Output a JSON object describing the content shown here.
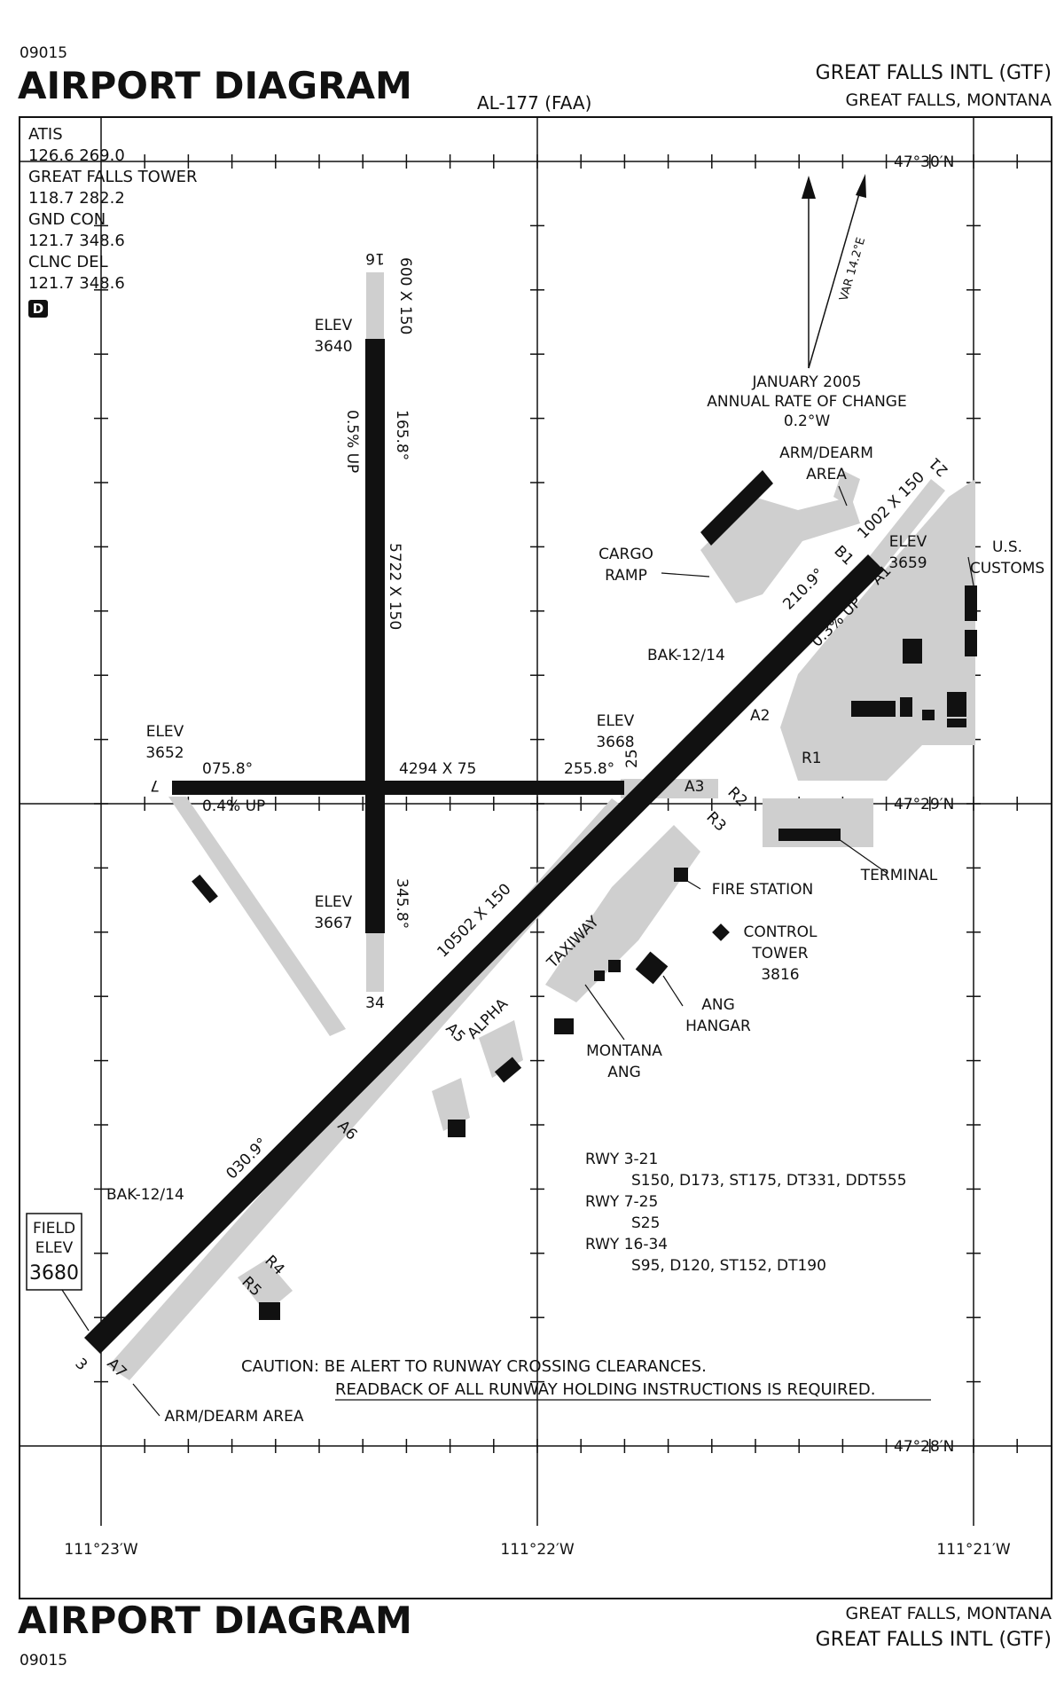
{
  "header": {
    "chart_number_top": "09015",
    "title_top": "AIRPORT DIAGRAM",
    "procedure_id": "AL-177 (FAA)",
    "airport_name_top": "GREAT FALLS INTL (GTF)",
    "airport_city_top": "GREAT FALLS, MONTANA"
  },
  "footer": {
    "title_bottom": "AIRPORT DIAGRAM",
    "chart_number_bottom": "09015",
    "airport_city_bottom": "GREAT FALLS, MONTANA",
    "airport_name_bottom": "GREAT FALLS INTL (GTF)"
  },
  "frequencies": {
    "atis_label": "ATIS",
    "atis_freq": "126.6  269.0",
    "tower_label": "GREAT FALLS TOWER",
    "tower_freq": "118.7  282.2",
    "gnd_label": "GND CON",
    "gnd_freq": "121.7  348.6",
    "clnc_label": "CLNC DEL",
    "clnc_freq": "121.7  348.6",
    "airspace_class": "D"
  },
  "coordinates": {
    "lat_top": "47°30′N",
    "lat_mid": "47°29′N",
    "lat_bottom": "47°28′N",
    "lon_left": "111°23′W",
    "lon_mid": "111°22′W",
    "lon_right": "111°21′W"
  },
  "magnetic": {
    "variation": "VAR 14.2°E",
    "date": "JANUARY 2005",
    "rate_label": "ANNUAL RATE OF CHANGE",
    "rate": "0.2°W"
  },
  "runways": {
    "rwy16": "16",
    "rwy34": "34",
    "rwy7": "7",
    "rwy25": "25",
    "rwy3": "3",
    "rwy21": "21",
    "dims_16_34": "5722 X 150",
    "dims_16_disp": "600 X 150",
    "dims_7_25": "4294 X 75",
    "dims_3_21": "10502 X 150",
    "dims_21_disp": "1002 X 150",
    "hdg_165": "165.8°",
    "hdg_345": "345.8°",
    "hdg_075": "075.8°",
    "hdg_255": "255.8°",
    "hdg_030": "030.9°",
    "hdg_210": "210.9°",
    "slope_16": "0.5% UP",
    "slope_7": "0.4% UP",
    "slope_21": "0.3% UP",
    "bak_label": "BAK-12/14"
  },
  "elevations": {
    "elev_label": "ELEV",
    "elev_16": "3640",
    "elev_7": "3652",
    "elev_34": "3667",
    "elev_25": "3668",
    "elev_21": "3659",
    "field_label_1": "FIELD",
    "field_label_2": "ELEV",
    "field_elev": "3680"
  },
  "taxiways": [
    "A1",
    "A2",
    "A3",
    "A5",
    "A6",
    "A7",
    "B1",
    "R1",
    "R2",
    "R3",
    "R4",
    "R5"
  ],
  "taxiway_alpha": "ALPHA",
  "taxiway_word": "TAXIWAY",
  "facilities": {
    "armdearm_top_1": "ARM/DEARM",
    "armdearm_top_2": "AREA",
    "cargo_1": "CARGO",
    "cargo_2": "RAMP",
    "customs_1": "U.S.",
    "customs_2": "CUSTOMS",
    "terminal": "TERMINAL",
    "fire_station": "FIRE STATION",
    "tower_1": "CONTROL",
    "tower_2": "TOWER",
    "tower_elev": "3816",
    "ang_1": "ANG",
    "ang_2": "HANGAR",
    "montana_1": "MONTANA",
    "montana_2": "ANG",
    "armdearm_bottom": "ARM/DEARM AREA"
  },
  "strength": {
    "rwy_3_21": "RWY 3-21",
    "rwy_3_21_vals": "S150, D173, ST175, DT331, DDT555",
    "rwy_7_25": "RWY 7-25",
    "rwy_7_25_vals": "S25",
    "rwy_16_34": "RWY 16-34",
    "rwy_16_34_vals": "S95, D120, ST152, DT190"
  },
  "caution": {
    "line1": "CAUTION: BE ALERT TO RUNWAY CROSSING CLEARANCES.",
    "line2": "READBACK OF ALL RUNWAY HOLDING INSTRUCTIONS IS REQUIRED."
  },
  "colors": {
    "runway": "#111111",
    "pavement": "#cfcfcf",
    "background": "#ffffff"
  }
}
